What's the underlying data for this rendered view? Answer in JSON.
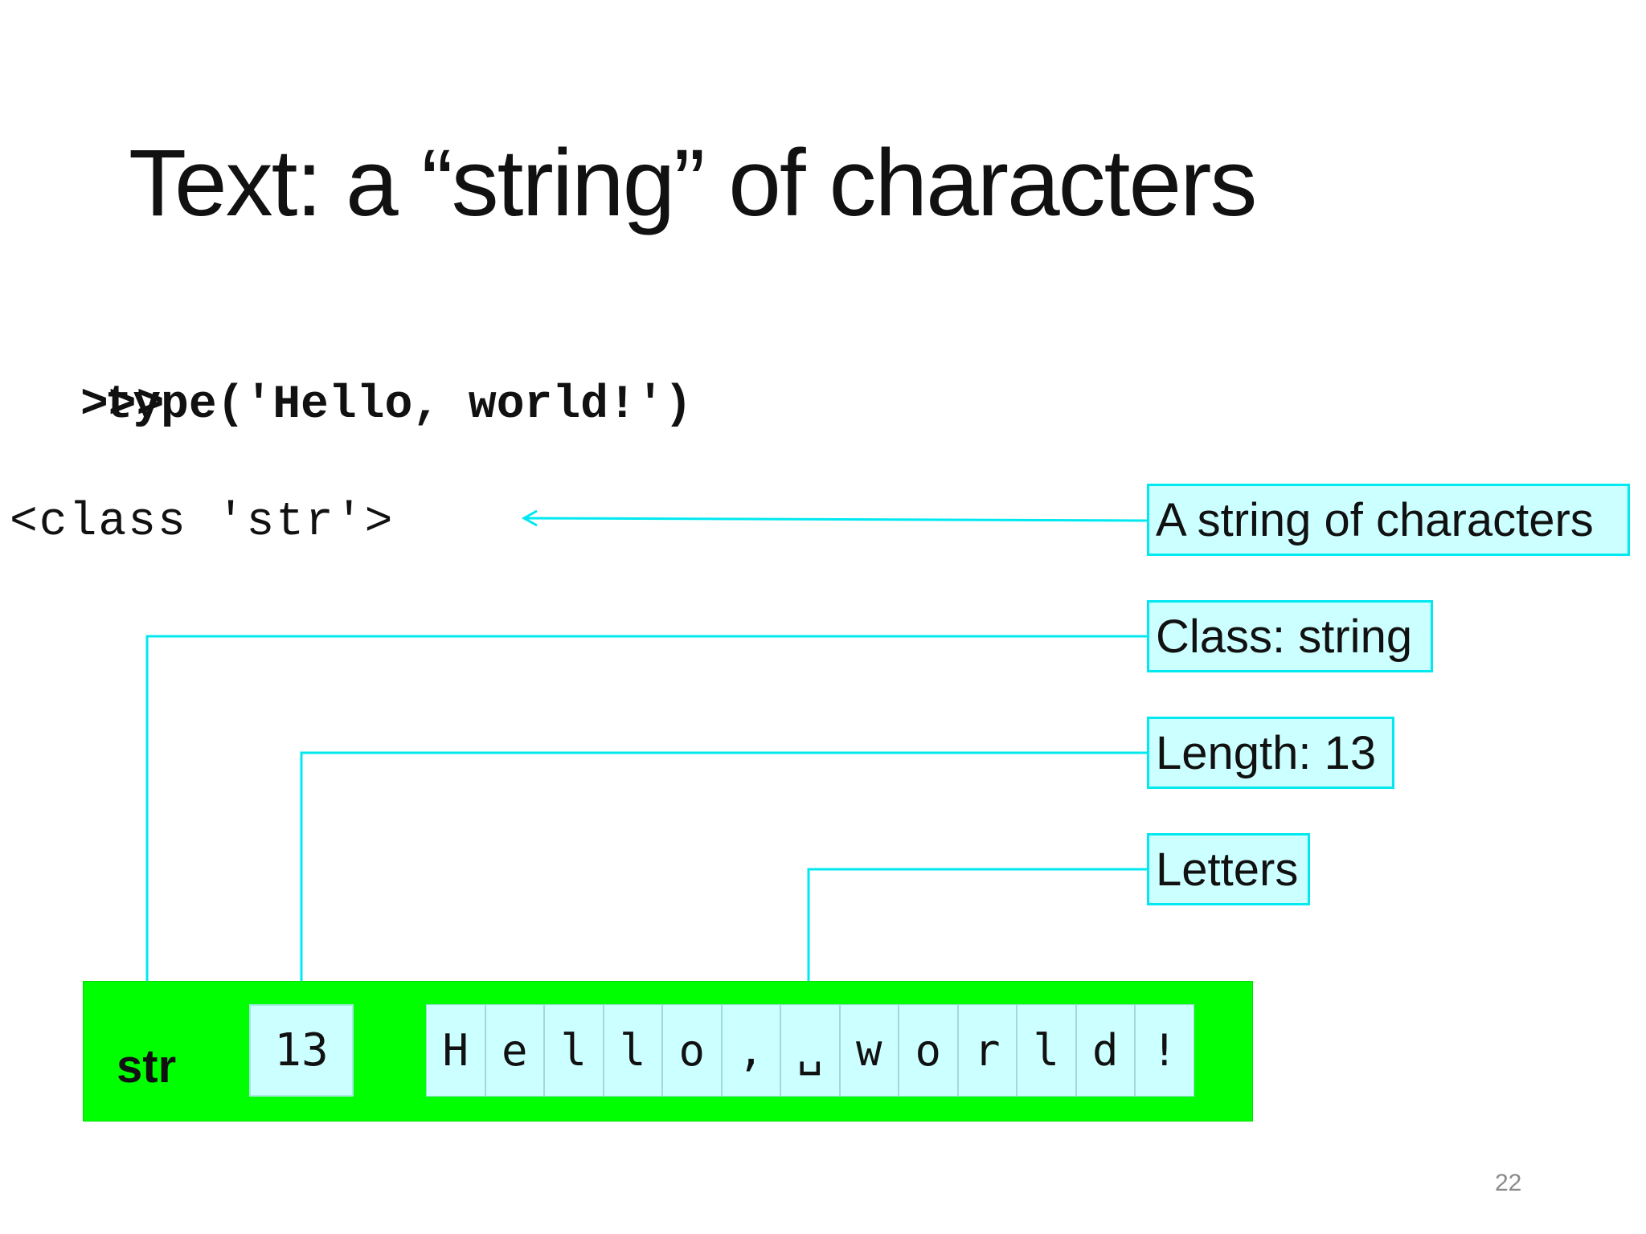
{
  "slide": {
    "title": "Text: a “string” of characters",
    "page_number": "22"
  },
  "code": {
    "prompt": ">>>",
    "command": "type('Hello, world!')",
    "output": "<class 'str'>"
  },
  "callouts": {
    "string_of_characters": "A string of characters",
    "class": "Class: string",
    "length": "Length: 13",
    "letters": "Letters"
  },
  "string_object": {
    "type_label": "str",
    "length_value": "13",
    "characters": [
      "H",
      "e",
      "l",
      "l",
      "o",
      ",",
      "␣",
      "w",
      "o",
      "r",
      "l",
      "d",
      "!"
    ]
  },
  "colors": {
    "object_box": "#00ff00",
    "cell_fill": "#ccffff",
    "connector": "#00e8f0"
  }
}
